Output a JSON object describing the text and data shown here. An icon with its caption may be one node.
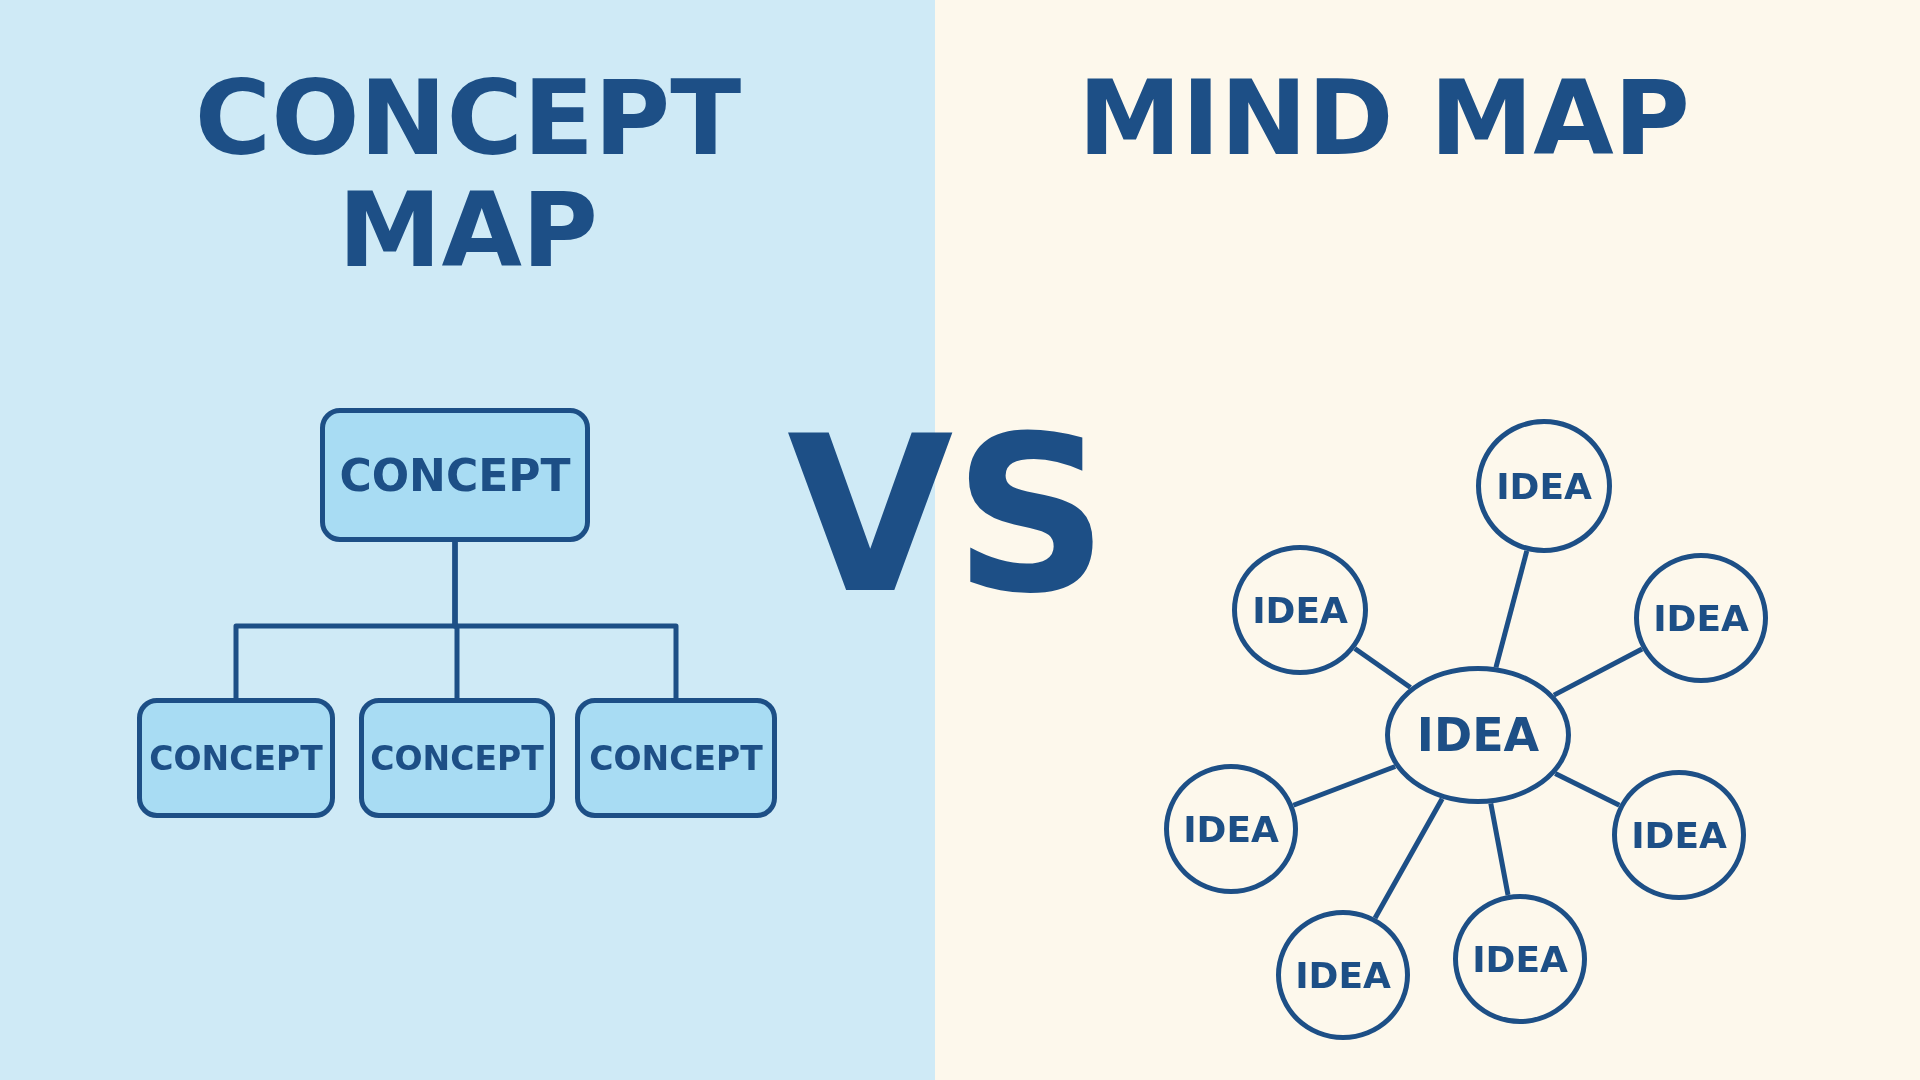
{
  "diagram": {
    "nodes": [
      {
        "text": [
          "CONCEPT"
        ]
      },
      {
        "text": [
          "CONCEPT"
        ]
      },
      {
        "text": [
          "CONCEPT"
        ]
      },
      {
        "text": [
          "CONCEPT"
        ]
      },
      {
        "text": [
          "IDEA"
        ]
      },
      {
        "text": [
          "IDEA"
        ]
      },
      {
        "text": [
          "IDEA"
        ]
      },
      {
        "text": [
          "IDEA"
        ]
      },
      {
        "text": [
          "IDEA"
        ]
      },
      {
        "text": [
          "IDEA"
        ]
      },
      {
        "text": [
          "IDEA"
        ]
      },
      {
        "text": [
          "IDEA"
        ]
      }
    ],
    "edges": [
      {
        "from": 0,
        "to": 1,
        "arrow": "none"
      },
      {
        "from": 0,
        "to": 2,
        "arrow": "none"
      },
      {
        "from": 0,
        "to": 3,
        "arrow": "none"
      },
      {
        "from": 7,
        "to": 4,
        "arrow": "none"
      },
      {
        "from": 7,
        "to": 5,
        "arrow": "none"
      },
      {
        "from": 7,
        "to": 6,
        "arrow": "none"
      },
      {
        "from": 7,
        "to": 8,
        "arrow": "none"
      },
      {
        "from": 7,
        "to": 9,
        "arrow": "none"
      },
      {
        "from": 7,
        "to": 10,
        "arrow": "none"
      },
      {
        "from": 7,
        "to": 11,
        "arrow": "none"
      }
    ],
    "labels": [
      "CONCEPT MAP",
      "MIND MAP",
      "VS"
    ]
  }
}
